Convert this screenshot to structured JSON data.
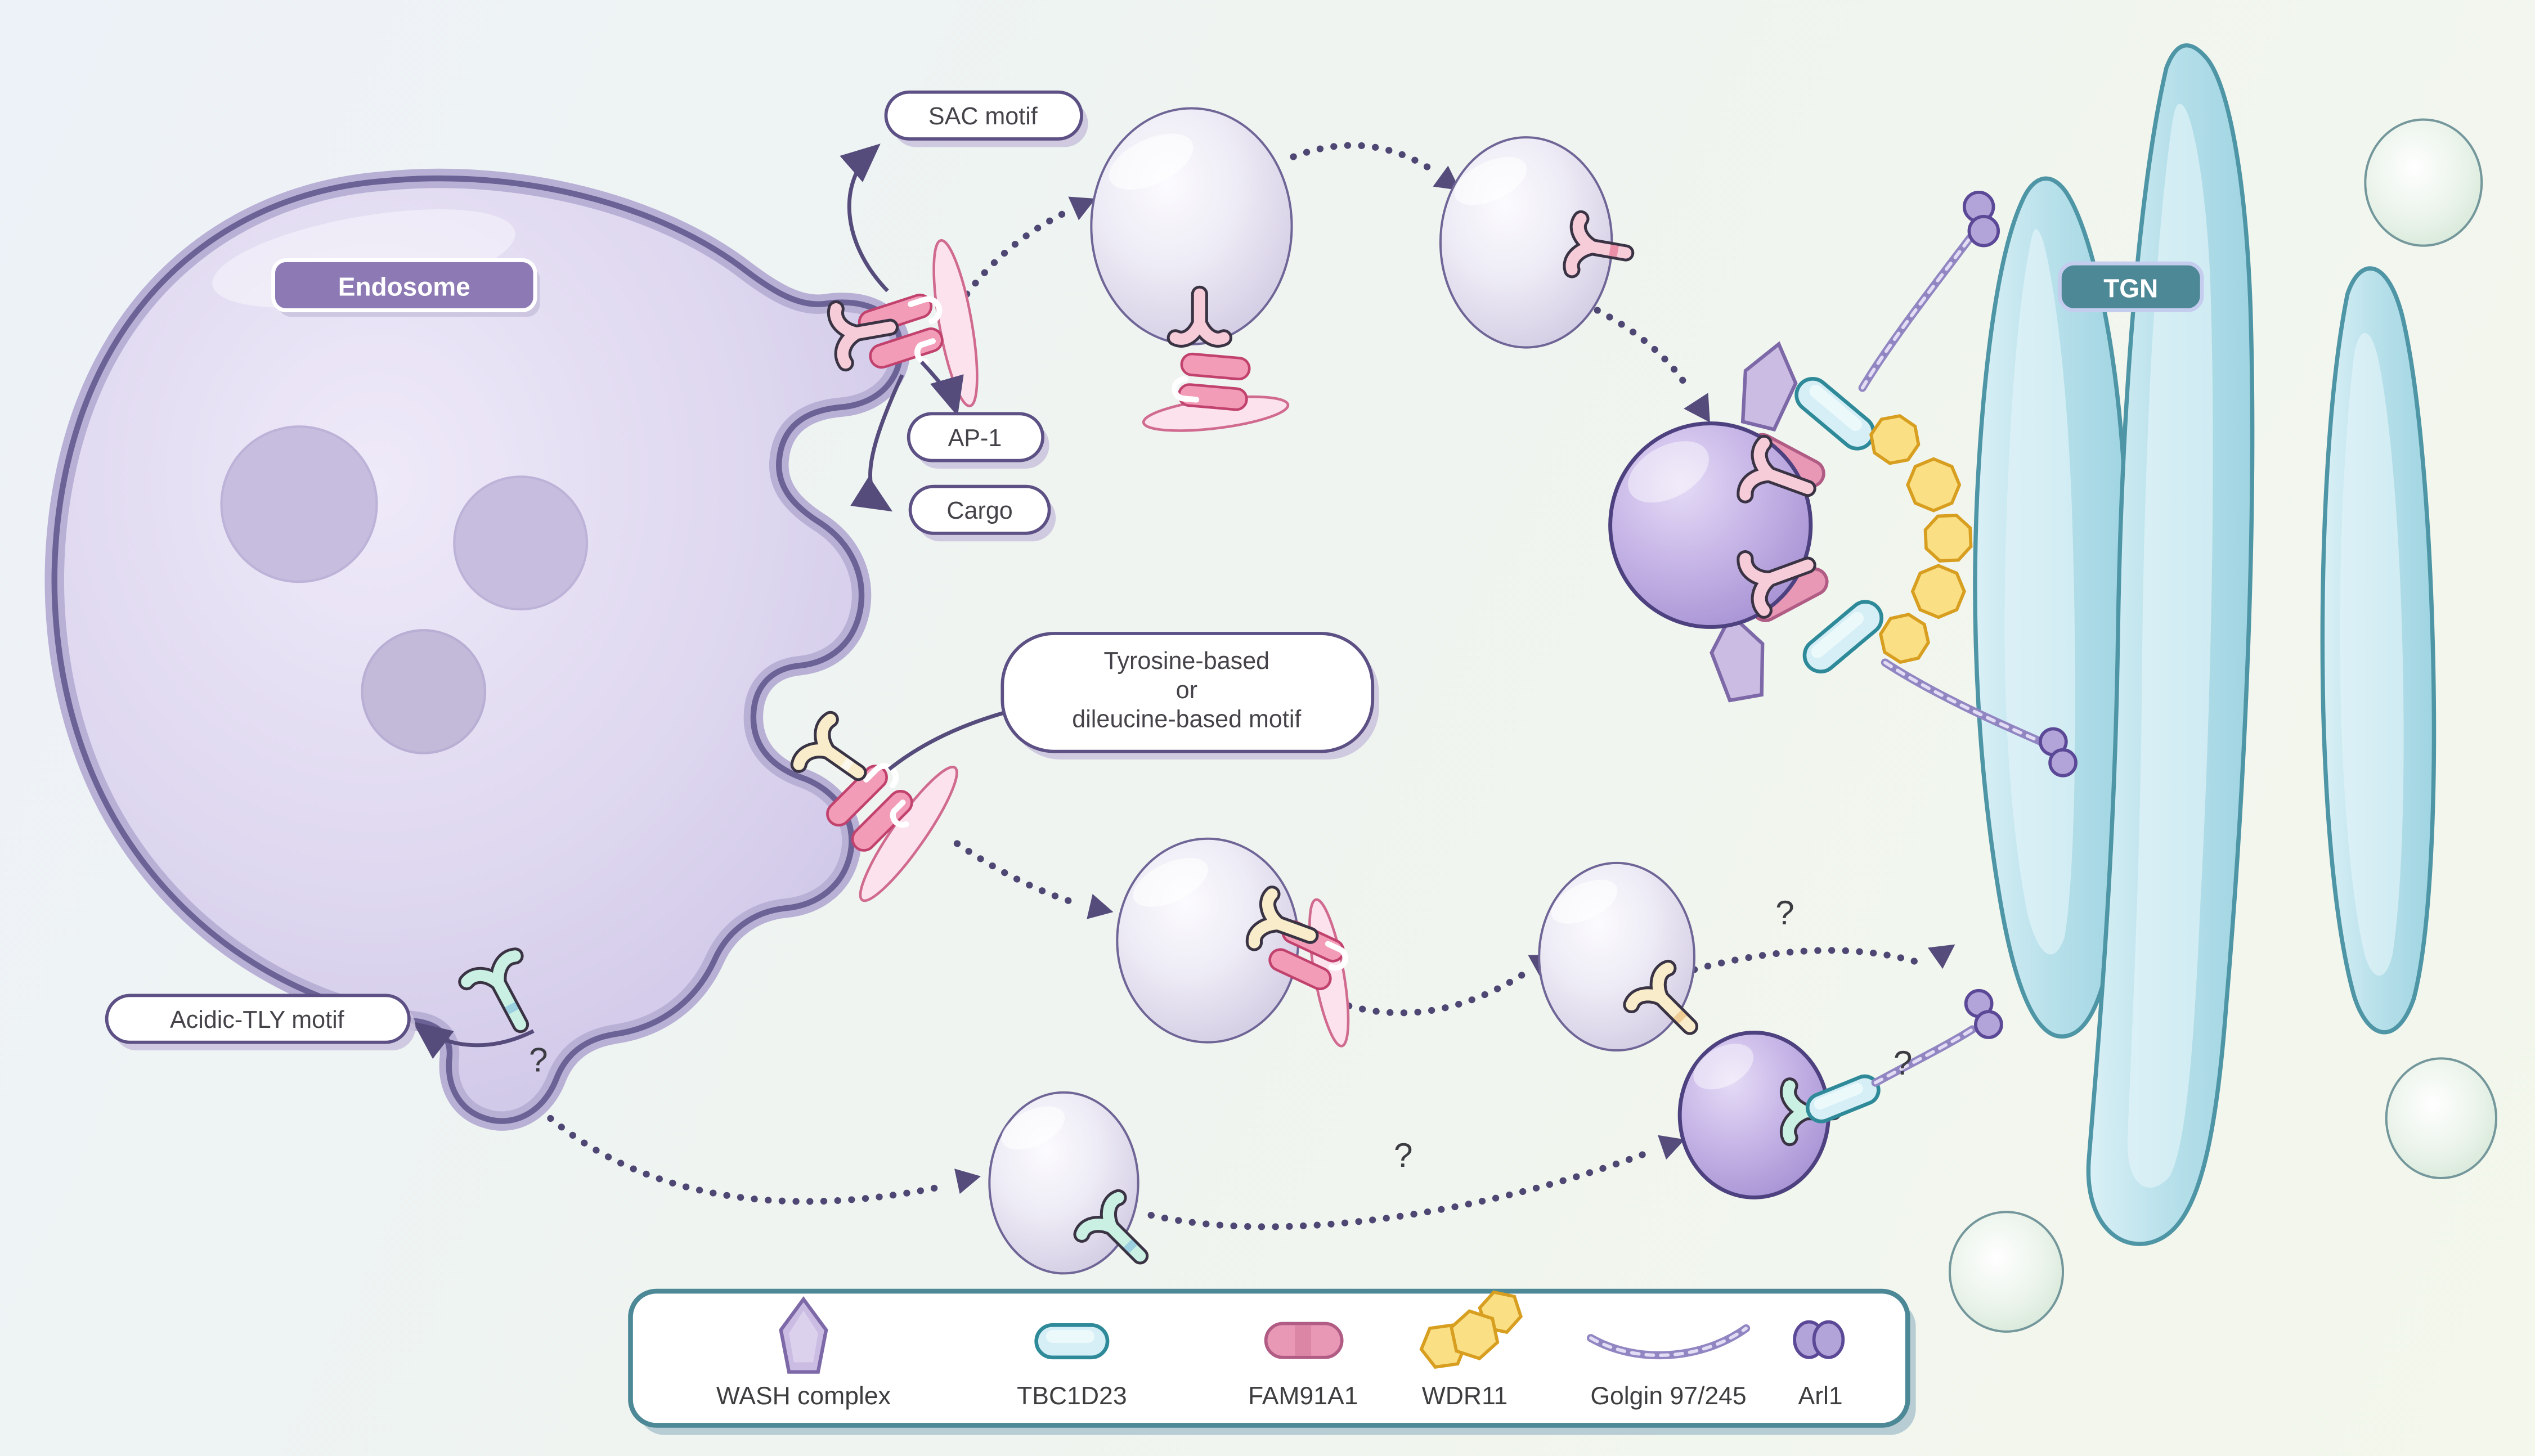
{
  "title": "Endosome to TGN trafficking diagram",
  "labels": {
    "endosome": "Endosome",
    "tgn": "TGN",
    "sac_motif": "SAC motif",
    "ap1": "AP-1",
    "cargo": "Cargo",
    "sorting_motif": {
      "line1": "Tyrosine-based",
      "line2": "or",
      "line3": "dileucine-based motif"
    },
    "acidic_motif": "Acidic-TLY motif",
    "question_mark": "?"
  },
  "legend": {
    "items": [
      {
        "icon": "wash-complex-icon",
        "label": "WASH complex"
      },
      {
        "icon": "tbc1d23-icon",
        "label": "TBC1D23"
      },
      {
        "icon": "fam91a1-icon",
        "label": "FAM91A1"
      },
      {
        "icon": "wdr11-icon",
        "label": "WDR11"
      },
      {
        "icon": "golgin-icon",
        "label": "Golgin 97/245"
      },
      {
        "icon": "arl1-icon",
        "label": "Arl1"
      }
    ]
  },
  "colors": {
    "endosome_label": "#8d7ab5",
    "tgn_label": "#4d8896",
    "legend_border": "#4d8896",
    "label_border": "#5c5084",
    "arrow": "#564c7c",
    "golgi_fill": "#b7e0ea",
    "vesicle_fill": "#ddd8ec",
    "purple_vesicle_fill": "#b7a7dd",
    "tbc1d23": "#d6eff6",
    "fam91a1": "#e897b4",
    "wdr11": "#fbdf85",
    "wash_complex": "#cabce2",
    "golgin": "#9186c2",
    "arl1": "#b2a3d8"
  }
}
